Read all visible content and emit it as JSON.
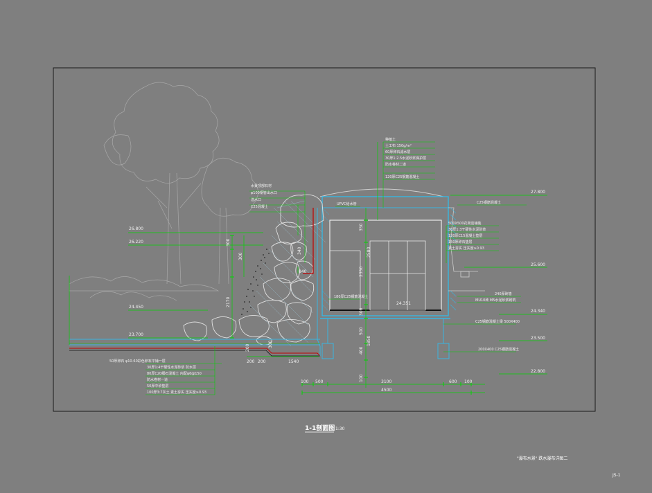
{
  "colors": {
    "background": "#7f7f7f",
    "frame": "#1a1a1a",
    "leader": "#00d400",
    "structure": "#38b6e0",
    "pipe": "#c00000",
    "text": "#f2f2f2",
    "sketch": "#a8a8a8"
  },
  "levels": {
    "roof_top": "27.800",
    "water_top": "26.800",
    "water_low": "26.220",
    "right_mid": "25.600",
    "left_ground": "24.450",
    "right_low": "24.340",
    "pool_base": "23.700",
    "right_base": "23.500",
    "bottom": "22.800",
    "room_floor": "24.351"
  },
  "roof_notes": [
    "种植土",
    "土工布 150g/m²",
    "60厚卵石滤水层",
    "30厚1:2.5水泥砂浆保护层",
    "防水卷材二道",
    "120厚C25钢筋混凝土"
  ],
  "rock_notes": [
    "水景顶部石材",
    "φ100钢管出水口",
    "溢水口",
    "C25混凝土"
  ],
  "pipe_label": "UPVC给水管",
  "right_notes": [
    "500X500花岗岩铺装",
    "30厚1:3干硬性水泥砂浆",
    "120厚C15混凝土垫层",
    "150厚碎石垫层",
    "素土夯实 压实度≥0.93"
  ],
  "right_label_roof": "C25钢筋混凝土",
  "wall_notes": [
    "240厚砖墙",
    "MU10砖 M5水泥砂浆砌筑"
  ],
  "beam_label": "C25钢筋混凝土梁 500X400",
  "footing_label": "200X400 C25钢筋混凝土",
  "room_slab_label": "180厚C25钢筋混凝土",
  "pool_notes": [
    "50厚卵石 φ10-60彩色卵石平铺一层",
    "30厚1:4干硬性水泥砂浆 防水层",
    "80厚C20细石混凝土 内配φ6@150",
    "防水卷材一道",
    "50厚中砂垫层",
    "100厚3:7灰土 素土夯实 压实度≥0.93"
  ],
  "dims": {
    "wall_h": "300",
    "water_drop": "300",
    "rock_h": "2170",
    "rock_w": "840",
    "pipe_step": "200",
    "pool_w": "1540",
    "pool_left": "200",
    "rock_base": "200",
    "room_top": "350",
    "room_h": "2580",
    "room_mid": "2350",
    "room_base": "300",
    "found_1": "500",
    "found_2": "400",
    "found_3": "100",
    "found_total": "1850",
    "left_offset": "100",
    "left_col": "500",
    "mid_span": "3100",
    "right_col": "600",
    "right_offset": "100",
    "total_span": "4500",
    "stone": "340",
    "pit": "300"
  },
  "footer": {
    "section_title": "1-1剖面图",
    "scale": "1:30",
    "sheet_title": "\"瀑布水景\" 跌水瀑布详图二",
    "sheet_no": "JS-1"
  }
}
